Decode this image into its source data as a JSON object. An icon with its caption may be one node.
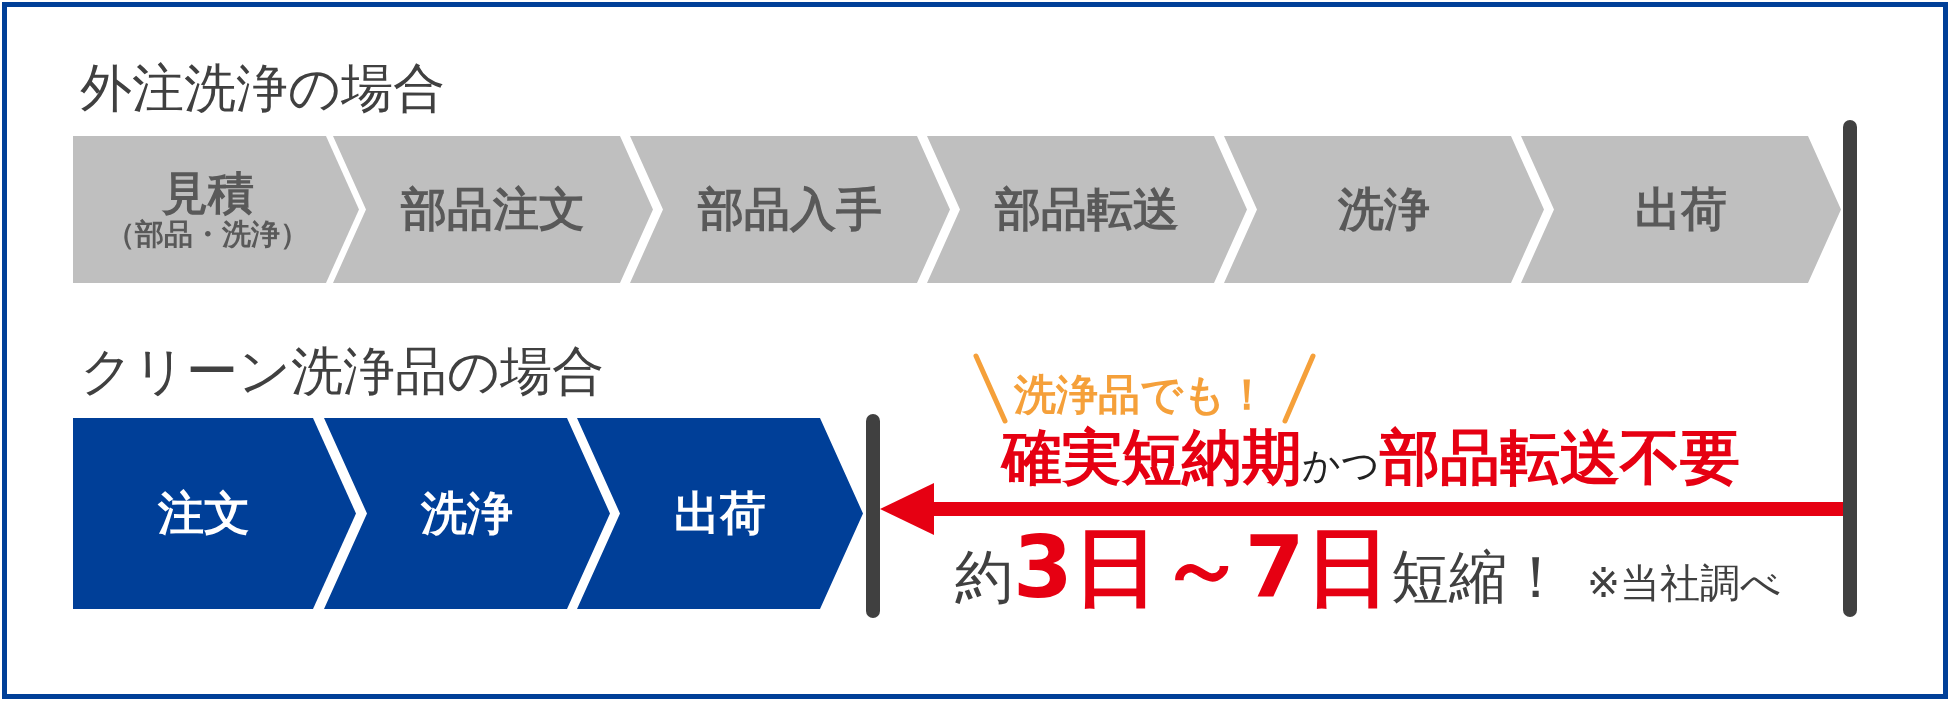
{
  "diagram": {
    "nodes": [
      {
        "text": [
          "見積",
          "（部品・洗浄）"
        ]
      },
      {
        "text": [
          "部品注文"
        ]
      },
      {
        "text": [
          "部品入手"
        ]
      },
      {
        "text": [
          "部品転送"
        ]
      },
      {
        "text": [
          "洗浄"
        ]
      },
      {
        "text": [
          "出荷"
        ]
      },
      {
        "text": [
          "注文"
        ]
      },
      {
        "text": [
          "洗浄"
        ]
      },
      {
        "text": [
          "出荷"
        ]
      },
      {
        "text": [],
        "shape": "bar"
      },
      {
        "text": [],
        "shape": "bar"
      }
    ],
    "edges": [
      {
        "from": 10,
        "to": 9,
        "arrow": "to",
        "label": "**確実短納期**かつ**部品転送不要**",
        "color": "#e60012"
      }
    ],
    "labels": [
      "外注洗浄の場合",
      "クリーン洗浄品の場合",
      "洗浄品でも！",
      "約**3日～7日**短縮！",
      "※当社調べ"
    ]
  }
}
